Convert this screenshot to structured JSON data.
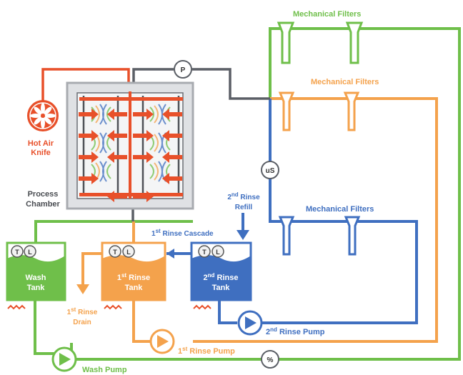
{
  "labels": {
    "mech_filters_green": "Mechanical Filters",
    "mech_filters_orange": "Mechanical Filters",
    "mech_filters_blue": "Mechanical Filters",
    "hot_air_line1": "Hot Air",
    "hot_air_line2": "Knife",
    "process_line1": "Process",
    "process_line2": "Chamber",
    "rinse2_refill_line1_num": "2",
    "rinse2_refill_line1_sup": "nd",
    "rinse2_refill_line1_word": " Rinse",
    "rinse2_refill_line2": "Refill",
    "rinse1_cascade_num": "1",
    "rinse1_cascade_sup": "st",
    "rinse1_cascade_word": " Rinse Cascade",
    "wash_tank_line1": "Wash",
    "wash_tank_line2": "Tank",
    "rinse1_tank_num": "1",
    "rinse1_tank_sup": "st",
    "rinse1_tank_word": " Rinse",
    "rinse1_tank_line2": "Tank",
    "rinse2_tank_num": "2",
    "rinse2_tank_sup": "nd",
    "rinse2_tank_word": "  Rinse",
    "rinse2_tank_line2": "Tank",
    "rinse1_drain_num": "1",
    "rinse1_drain_sup": "st",
    "rinse1_drain_word": " Rinse",
    "rinse1_drain_line2": "Drain",
    "rinse2_pump_num": "2",
    "rinse2_pump_sup": "nd",
    "rinse2_pump_word": " Rinse Pump",
    "rinse1_pump_num": "1",
    "rinse1_pump_sup": "st",
    "rinse1_pump_word": " Rinse Pump",
    "wash_pump": "Wash Pump"
  },
  "instruments": {
    "pressure": "P",
    "ultrasonic": "uS",
    "percent": "%",
    "temp": "T",
    "level": "L"
  },
  "colors": {
    "green": "#6fbf4a",
    "orange": "#f4a24c",
    "blue": "#3f6fc0",
    "red": "#e8502a",
    "gray": "#5b5f66"
  },
  "icons": [
    "fan-icon",
    "heater-icon",
    "pump-icon",
    "filter-icon",
    "arrow-icon"
  ]
}
